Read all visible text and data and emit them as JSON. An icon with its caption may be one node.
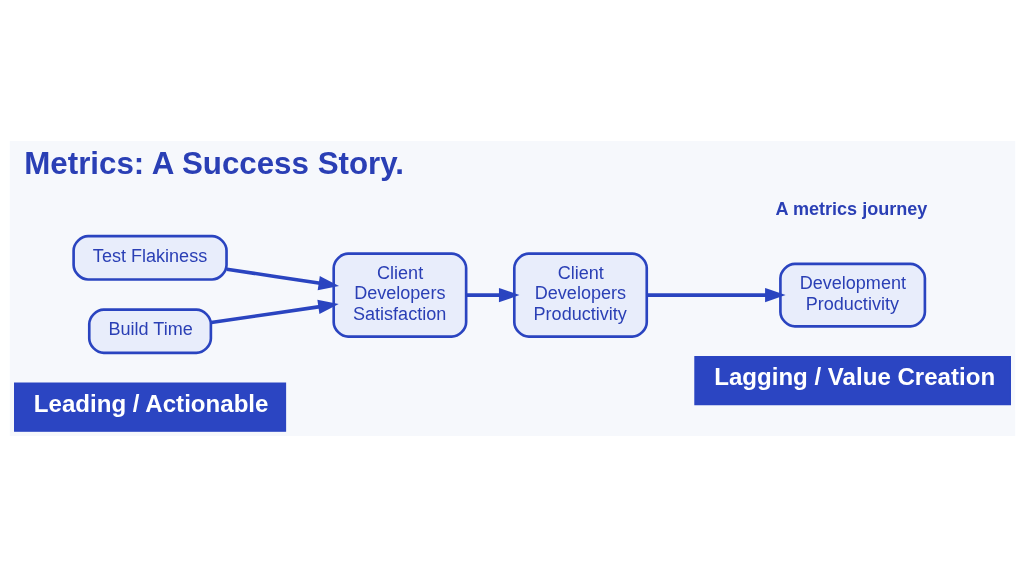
{
  "diagram": {
    "title": "Metrics: A Success Story.",
    "nodes": [
      {
        "text": [
          "Test Flakiness"
        ]
      },
      {
        "text": [
          "Build Time"
        ]
      },
      {
        "text": [
          "Client Developers Satisfaction"
        ]
      },
      {
        "text": [
          "Client Developers Productivity"
        ]
      },
      {
        "text": [
          "Development Productivity"
        ]
      },
      {
        "text": [
          "Leading / Actionable"
        ]
      },
      {
        "text": [
          "Lagging / Value Creation"
        ]
      }
    ],
    "edges": [
      {
        "from": 0,
        "to": 2,
        "arrow": "to"
      },
      {
        "from": 1,
        "to": 2,
        "arrow": "to"
      },
      {
        "from": 2,
        "to": 3,
        "arrow": "to"
      },
      {
        "from": 3,
        "to": 4,
        "arrow": "to"
      }
    ],
    "labels": [
      "A metrics journey"
    ]
  }
}
